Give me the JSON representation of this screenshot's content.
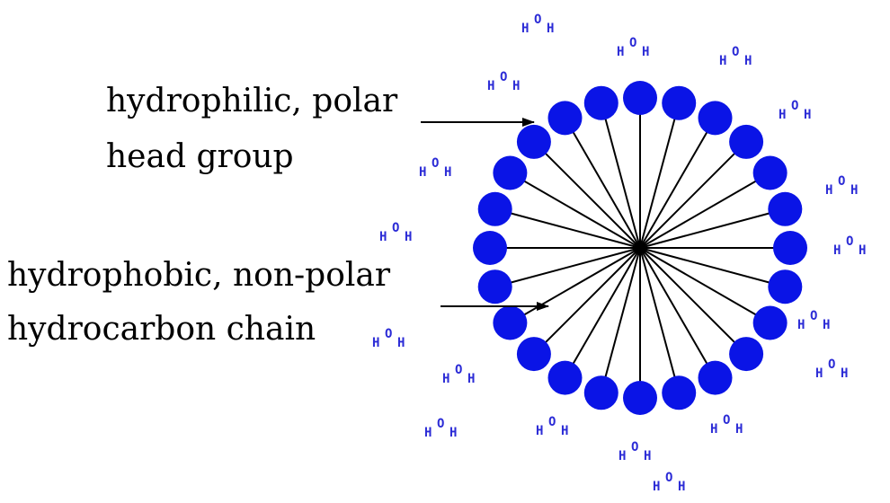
{
  "labels": {
    "head_line1": "hydrophilic, polar",
    "head_line2": "head group",
    "chain_line1": "hydrophobic, non-polar",
    "chain_line2": "hydrocarbon chain"
  },
  "micelle": {
    "head_count": 24,
    "head_color": "#0a14e6",
    "chain_color": "#000000"
  },
  "water": {
    "h_text": "H",
    "o_text": "O",
    "color": "#2b2bd6",
    "molecule_count": 18
  }
}
